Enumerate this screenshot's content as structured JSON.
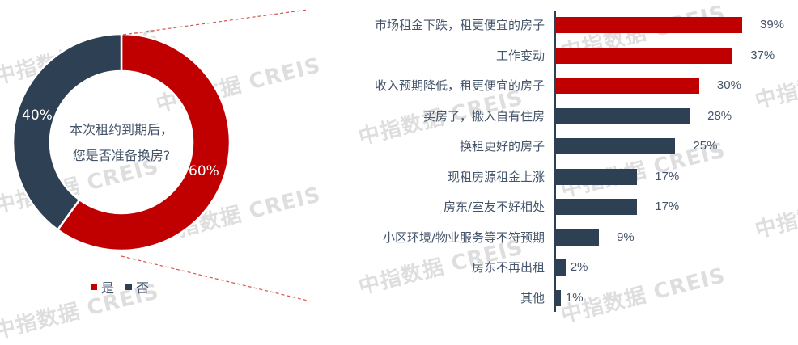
{
  "chart_data": [
    {
      "type": "pie",
      "subtype": "donut",
      "title": "本次租约到期后，您是否准备换房?",
      "center_text": [
        "本次租约到期后，",
        "您是否准备换房?"
      ],
      "categories": [
        "是",
        "否"
      ],
      "values": [
        60,
        40
      ],
      "labels": [
        "60%",
        "40%"
      ],
      "colors": [
        "#c00000",
        "#2e4053"
      ],
      "legend": {
        "position": "bottom",
        "entries": [
          "是",
          "否"
        ]
      }
    },
    {
      "type": "bar",
      "orientation": "horizontal",
      "title": "",
      "categories": [
        "市场租金下跌，租更便宜的房子",
        "工作变动",
        "收入预期降低，租更便宜的房子",
        "买房了，搬入自有住房",
        "换租更好的房子",
        "现租房源租金上涨",
        "房东/室友不好相处",
        "小区环境/物业服务等不符预期",
        "房东不再出租",
        "其他"
      ],
      "values": [
        39,
        37,
        30,
        28,
        25,
        17,
        17,
        9,
        2,
        1
      ],
      "labels": [
        "39%",
        "37%",
        "30%",
        "28%",
        "25%",
        "17%",
        "17%",
        "9%",
        "2%",
        "1%"
      ],
      "colors": [
        "#c00000",
        "#c00000",
        "#c00000",
        "#2e4053",
        "#2e4053",
        "#2e4053",
        "#2e4053",
        "#2e4053",
        "#2e4053",
        "#2e4053"
      ],
      "xlabel": "",
      "ylabel": "",
      "grid": false
    }
  ],
  "watermark": "中指数据 CREIS",
  "colors": {
    "accent_red": "#c00000",
    "navy": "#2e4053",
    "text": "#44546a",
    "connector": "#d9534f"
  }
}
